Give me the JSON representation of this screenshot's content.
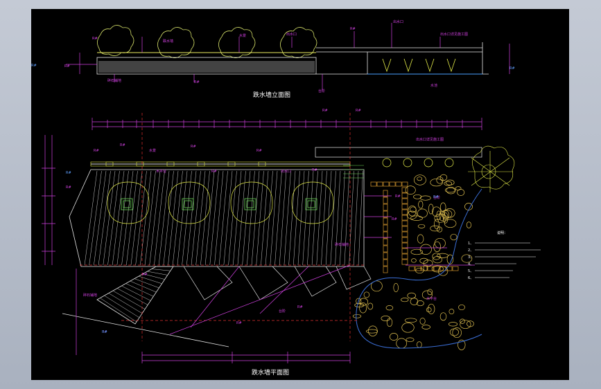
{
  "drawing": {
    "elevation_title": "跌水墙立面图",
    "plan_title": "跌水墙平面图",
    "notes_label": "说明：",
    "labels": {
      "elev_a": "R#",
      "elev_b": "跌水墙",
      "elev_c": "出水口",
      "elev_d": "出水口详见施工图",
      "plan_a": "R#",
      "plan_b": "水景",
      "plan_c": "木平台",
      "plan_d": "碎石铺地",
      "plan_e": "台阶"
    }
  }
}
